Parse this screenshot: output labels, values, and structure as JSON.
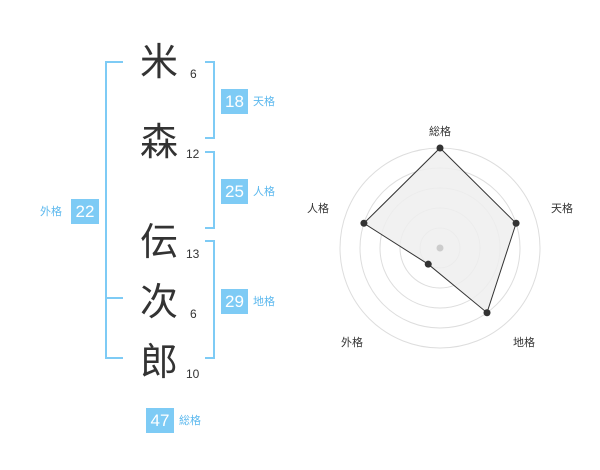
{
  "characters": [
    {
      "char": "米",
      "strokes": "6"
    },
    {
      "char": "森",
      "strokes": "12"
    },
    {
      "char": "伝",
      "strokes": "13"
    },
    {
      "char": "次",
      "strokes": "6"
    },
    {
      "char": "郎",
      "strokes": "10"
    }
  ],
  "fortunes": {
    "tenkaku": {
      "value": "18",
      "label": "天格"
    },
    "jinkaku": {
      "value": "25",
      "label": "人格"
    },
    "chikaku": {
      "value": "29",
      "label": "地格"
    },
    "gaikaku": {
      "value": "22",
      "label": "外格"
    },
    "soukaku": {
      "value": "47",
      "label": "総格"
    }
  },
  "radar": {
    "axes": [
      "総格",
      "天格",
      "地格",
      "外格",
      "人格"
    ],
    "values": [
      5,
      4,
      4,
      1,
      4
    ],
    "max": 5,
    "colors": {
      "fill": "#eeeeee",
      "stroke": "#333333",
      "grid": "#dddddd",
      "center": "#cccccc"
    }
  }
}
